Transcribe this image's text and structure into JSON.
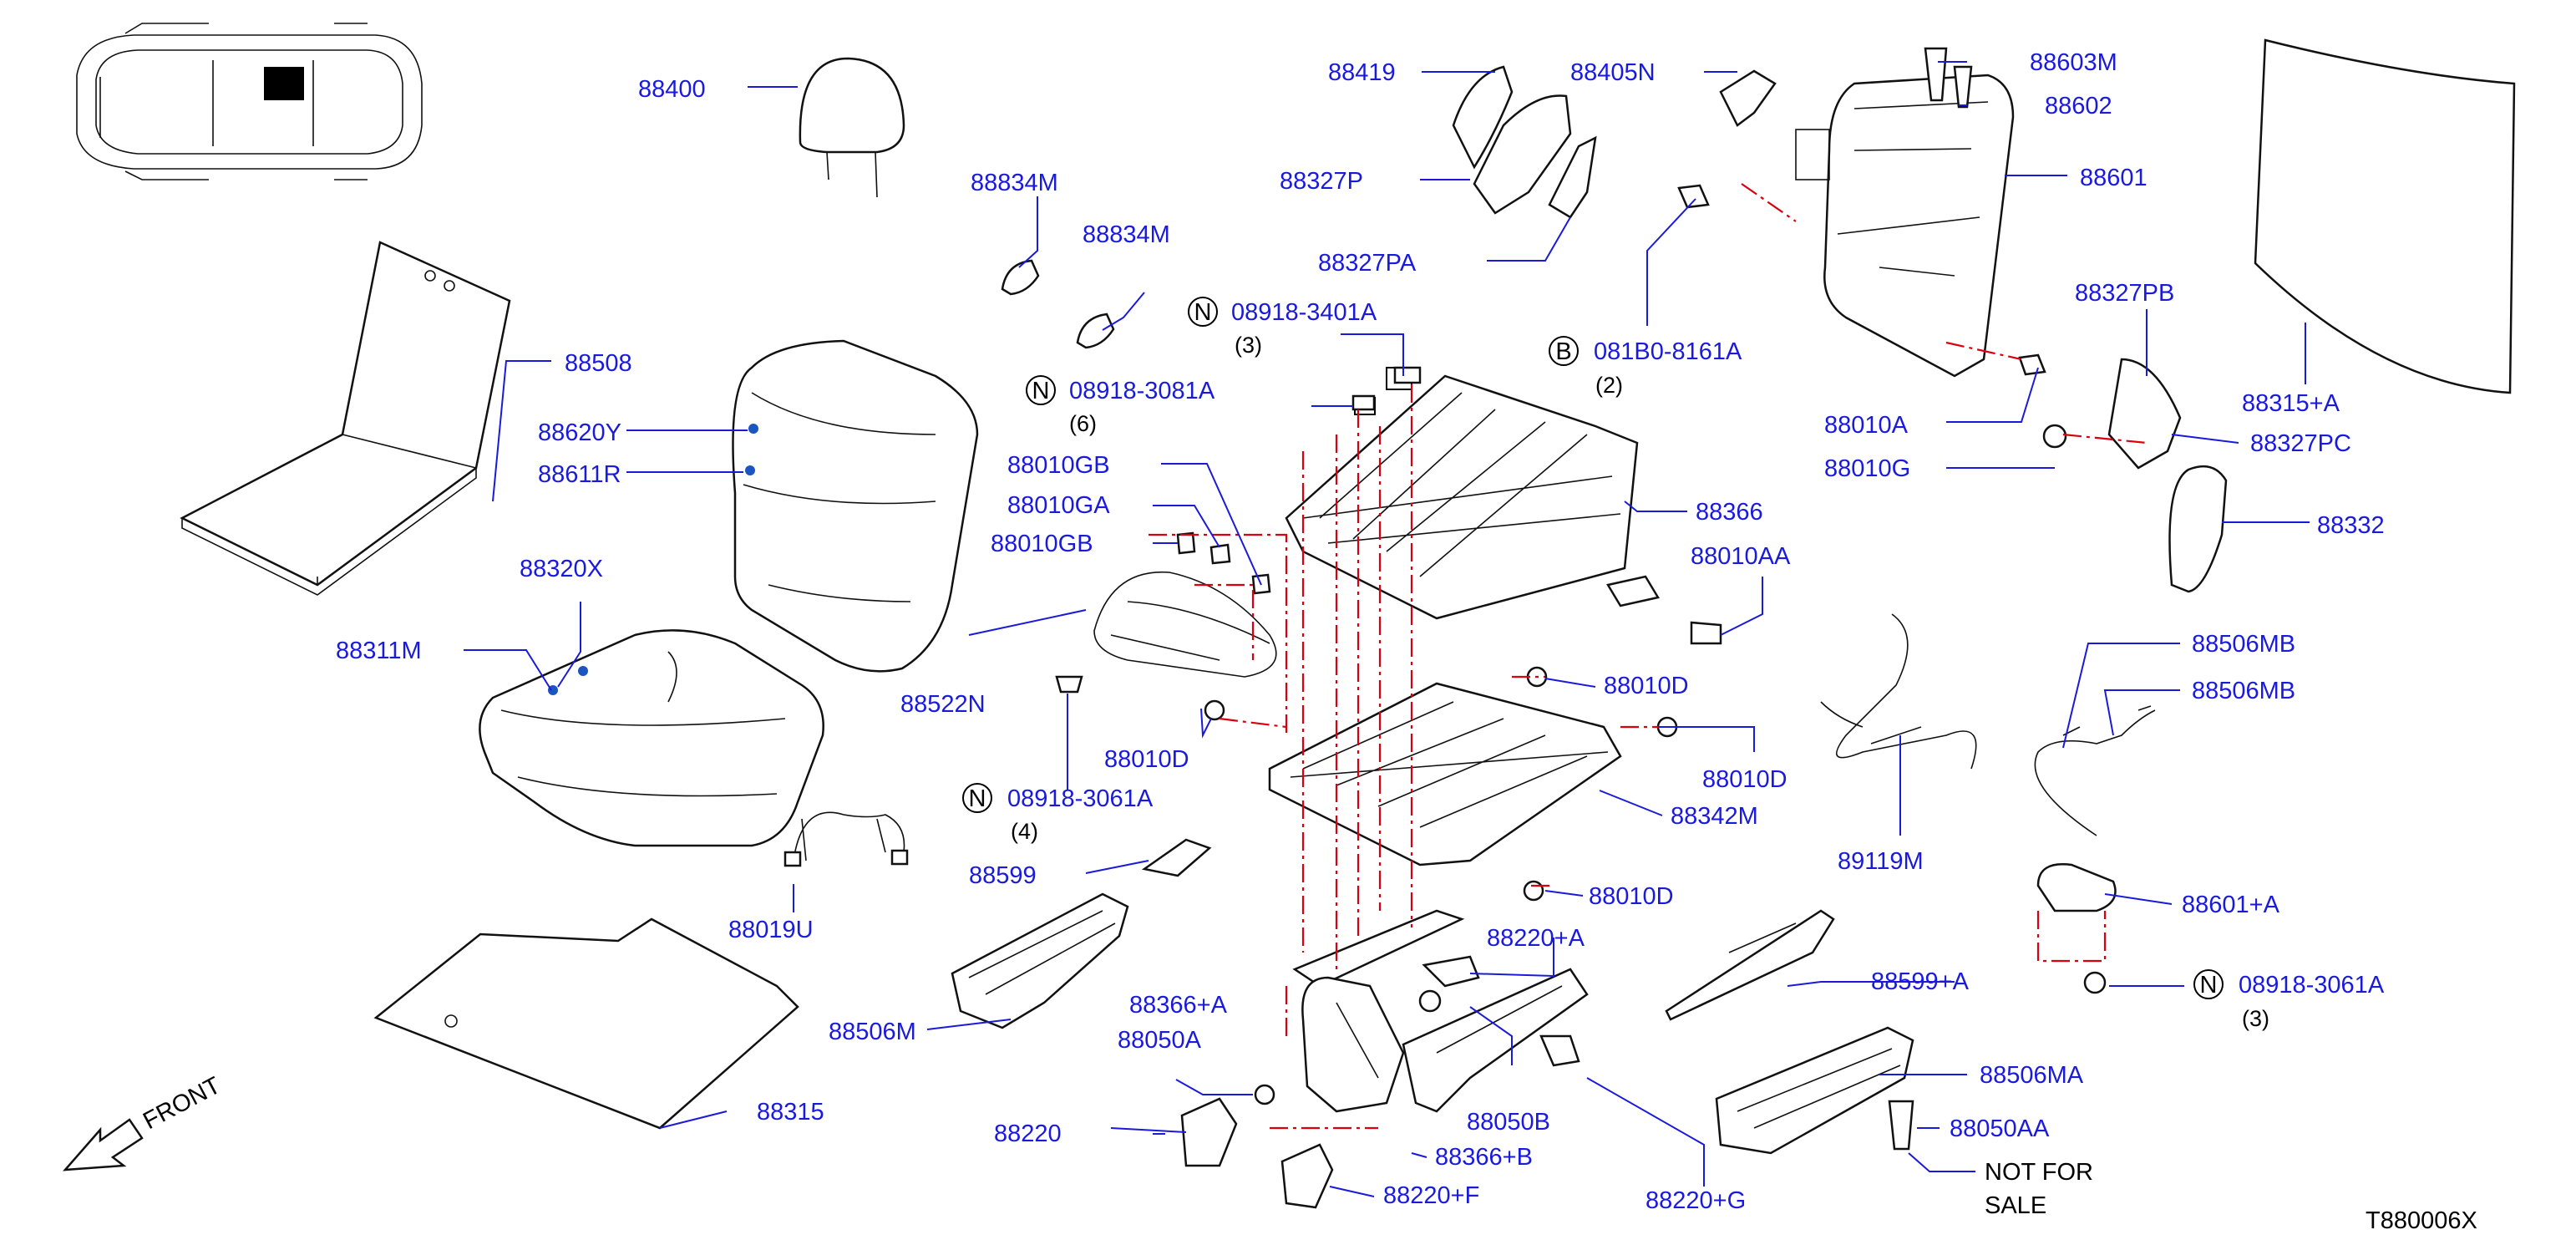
{
  "diagram_id": "T880006X",
  "front_label": "FRONT",
  "note": {
    "line1": "NOT   FOR",
    "line2": "SALE"
  },
  "colors": {
    "label": "#1a1adb",
    "leader": "#1a1adb",
    "part_line": "#111111",
    "alignment_line": "#d8000f",
    "marker": "#1a55c0"
  },
  "parts": [
    {
      "id": "88400",
      "label": "88400"
    },
    {
      "id": "88508",
      "label": "88508"
    },
    {
      "id": "88620Y",
      "label": "88620Y"
    },
    {
      "id": "88611R",
      "label": "88611R"
    },
    {
      "id": "88320X",
      "label": "88320X"
    },
    {
      "id": "88311M",
      "label": "88311M"
    },
    {
      "id": "88019U",
      "label": "88019U"
    },
    {
      "id": "88315",
      "label": "88315"
    },
    {
      "id": "88834M-a",
      "label": "88834M"
    },
    {
      "id": "88834M-b",
      "label": "88834M"
    },
    {
      "id": "08918-3401A",
      "label": "08918-3401A",
      "prefix": "N",
      "qty": "(3)"
    },
    {
      "id": "08918-3081A",
      "label": "08918-3081A",
      "prefix": "N",
      "qty": "(6)"
    },
    {
      "id": "88010GB-a",
      "label": "88010GB"
    },
    {
      "id": "88010GA",
      "label": "88010GA"
    },
    {
      "id": "88010GB-b",
      "label": "88010GB"
    },
    {
      "id": "88522N",
      "label": "88522N"
    },
    {
      "id": "88010D-a",
      "label": "88010D"
    },
    {
      "id": "08918-3061A-a",
      "label": "08918-3061A",
      "prefix": "N",
      "qty": "(4)"
    },
    {
      "id": "88599",
      "label": "88599"
    },
    {
      "id": "88506M",
      "label": "88506M"
    },
    {
      "id": "88366+A",
      "label": "88366+A"
    },
    {
      "id": "88050A",
      "label": "88050A"
    },
    {
      "id": "88220",
      "label": "88220"
    },
    {
      "id": "88220+F",
      "label": "88220+F"
    },
    {
      "id": "88366+B",
      "label": "88366+B"
    },
    {
      "id": "88050B",
      "label": "88050B"
    },
    {
      "id": "88220+A",
      "label": "88220+A"
    },
    {
      "id": "88220+G",
      "label": "88220+G"
    },
    {
      "id": "88419",
      "label": "88419"
    },
    {
      "id": "88405N",
      "label": "88405N"
    },
    {
      "id": "88327P",
      "label": "88327P"
    },
    {
      "id": "88327PA",
      "label": "88327PA"
    },
    {
      "id": "081B0-8161A",
      "label": "081B0-8161A",
      "prefix": "B",
      "qty": "(2)"
    },
    {
      "id": "88366",
      "label": "88366"
    },
    {
      "id": "88010AA",
      "label": "88010AA"
    },
    {
      "id": "88010D-b",
      "label": "88010D"
    },
    {
      "id": "88010D-c",
      "label": "88010D"
    },
    {
      "id": "88342M",
      "label": "88342M"
    },
    {
      "id": "88010D-d",
      "label": "88010D"
    },
    {
      "id": "88603M",
      "label": "88603M"
    },
    {
      "id": "88602",
      "label": "88602"
    },
    {
      "id": "88601",
      "label": "88601"
    },
    {
      "id": "88327PB",
      "label": "88327PB"
    },
    {
      "id": "88010A",
      "label": "88010A"
    },
    {
      "id": "88010G",
      "label": "88010G"
    },
    {
      "id": "88327PC",
      "label": "88327PC"
    },
    {
      "id": "88332",
      "label": "88332"
    },
    {
      "id": "88315+A",
      "label": "88315+A"
    },
    {
      "id": "89119M",
      "label": "89119M"
    },
    {
      "id": "88506MB-a",
      "label": "88506MB"
    },
    {
      "id": "88506MB-b",
      "label": "88506MB"
    },
    {
      "id": "88601+A",
      "label": "88601+A"
    },
    {
      "id": "08918-3061A-b",
      "label": "08918-3061A",
      "prefix": "N",
      "qty": "(3)"
    },
    {
      "id": "88599+A",
      "label": "88599+A"
    },
    {
      "id": "88506MA",
      "label": "88506MA"
    },
    {
      "id": "88050AA",
      "label": "88050AA"
    }
  ]
}
